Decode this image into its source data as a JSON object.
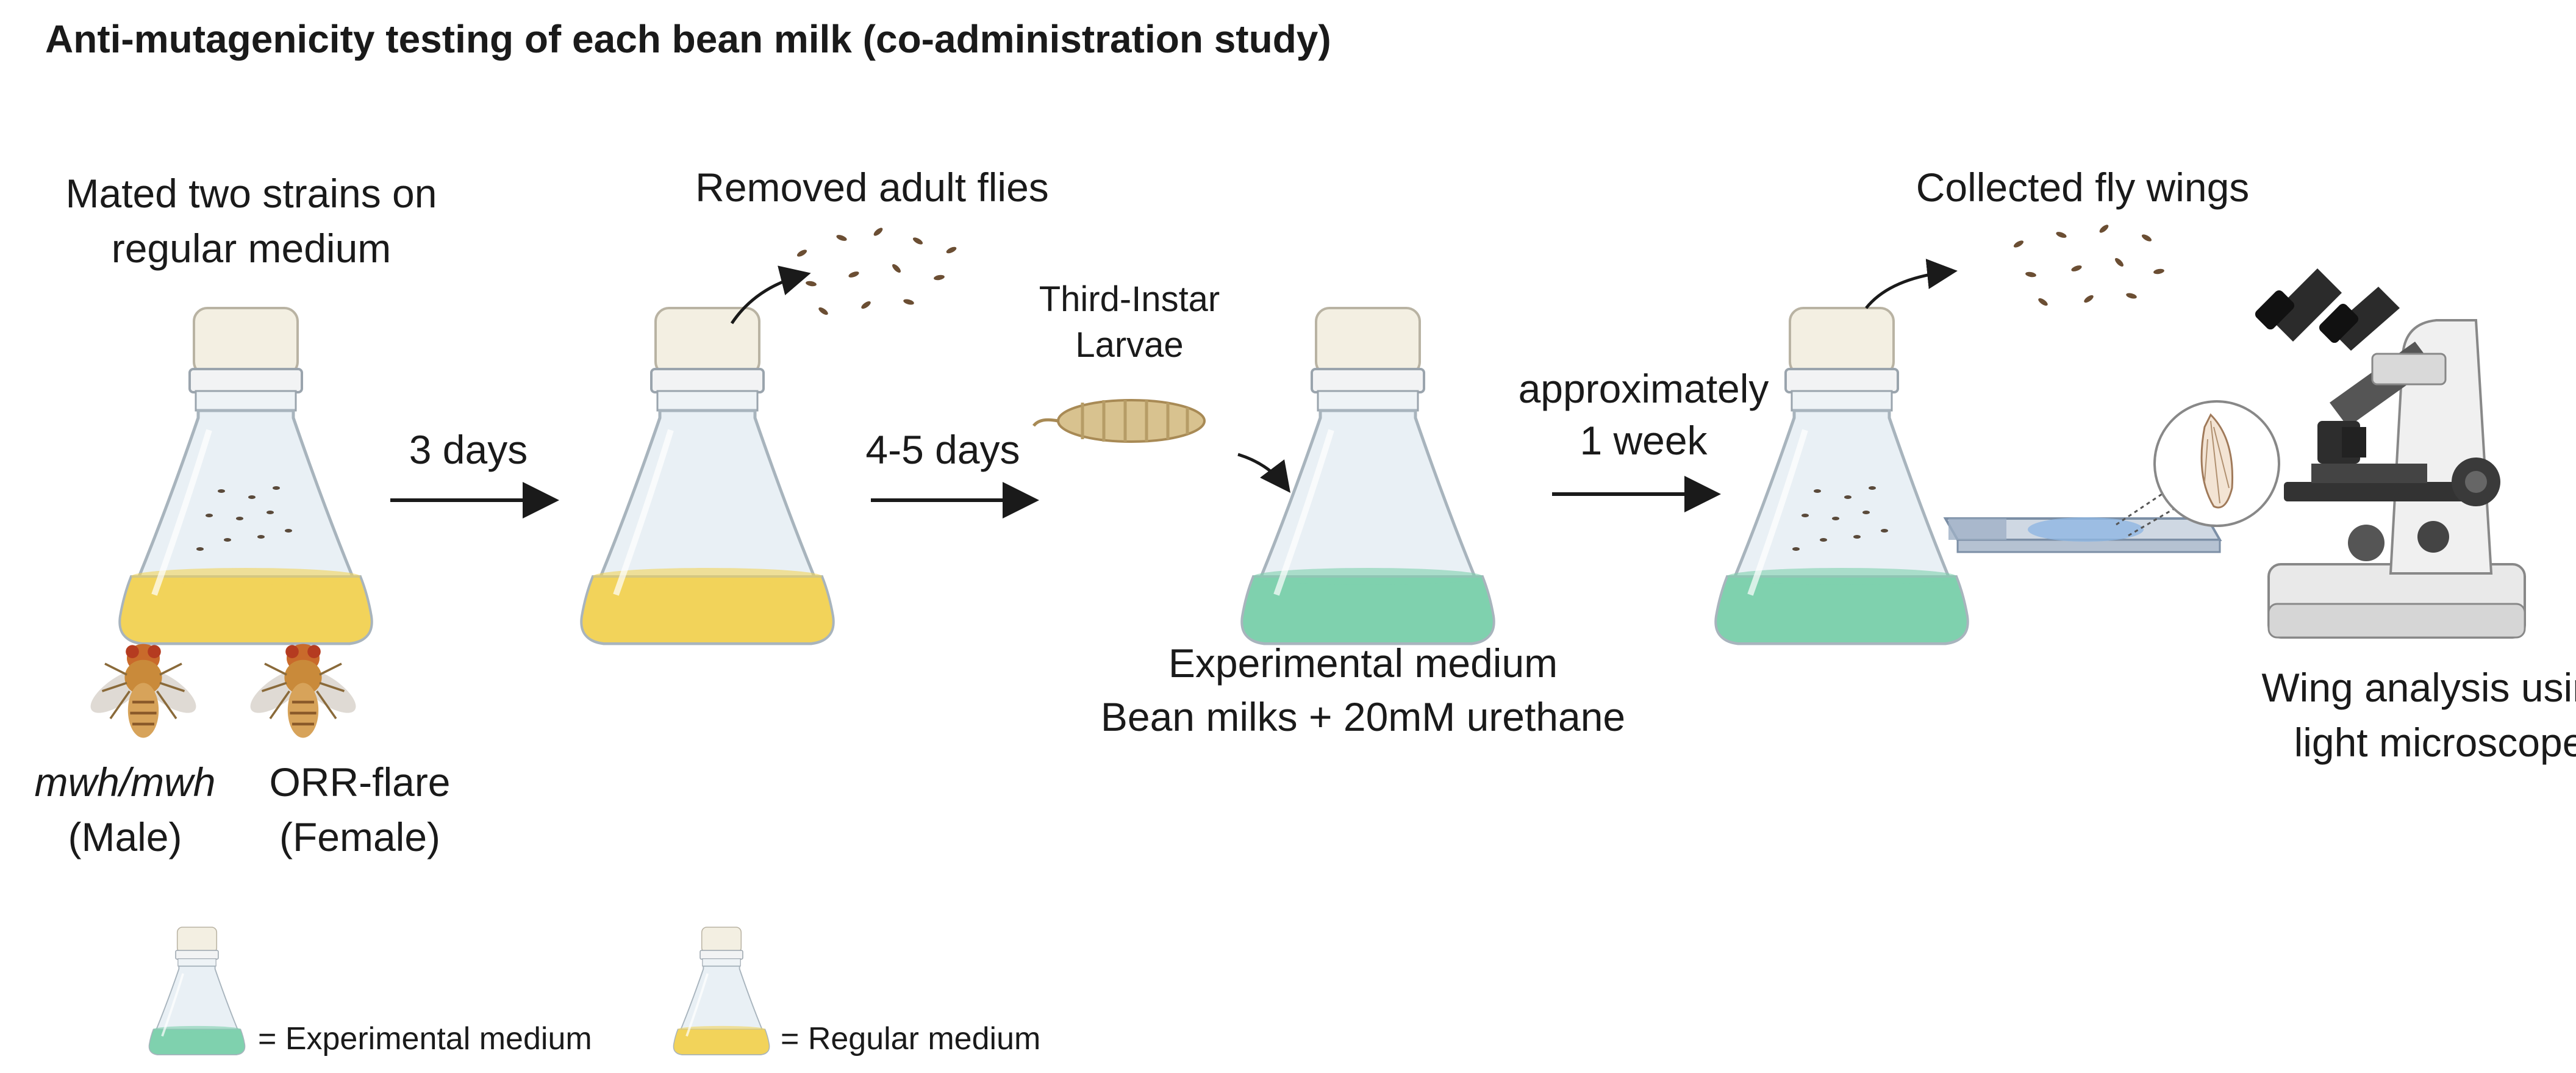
{
  "title": "Anti-mutagenicity testing of each bean milk (co-administration study)",
  "steps": {
    "mate": {
      "line1": "Mated two strains on",
      "line2": "regular medium"
    },
    "remove": "Removed adult flies",
    "larvae": {
      "line1": "Third-Instar",
      "line2": "Larvae"
    },
    "collect": "Collected fly wings",
    "experimental": {
      "line1": "Experimental medium",
      "line2": "Bean milks + 20mM urethane"
    },
    "analysis": {
      "line1": "Wing analysis using",
      "line2": "light microscope"
    }
  },
  "arrows": {
    "a1": "3 days",
    "a2": "4-5 days",
    "a3": {
      "line1": "approximately",
      "line2": "1 week"
    }
  },
  "strains": {
    "male": {
      "name": "mwh/mwh",
      "sex": "(Male)"
    },
    "female": {
      "name": "ORR-flare",
      "sex": "(Female)"
    }
  },
  "legend": {
    "experimental": "= Experimental medium",
    "regular": "= Regular medium"
  },
  "colors": {
    "regular_medium": "#f2d35a",
    "experimental_medium": "#7fd1ae",
    "cap": "#f3efe2",
    "glass": "#e6eef5",
    "text": "#1a1a1a"
  },
  "icons": [
    "flask-icon",
    "fly-icon",
    "larva-icon",
    "microscope-icon",
    "slide-icon",
    "wing-icon",
    "arrow-icon"
  ]
}
